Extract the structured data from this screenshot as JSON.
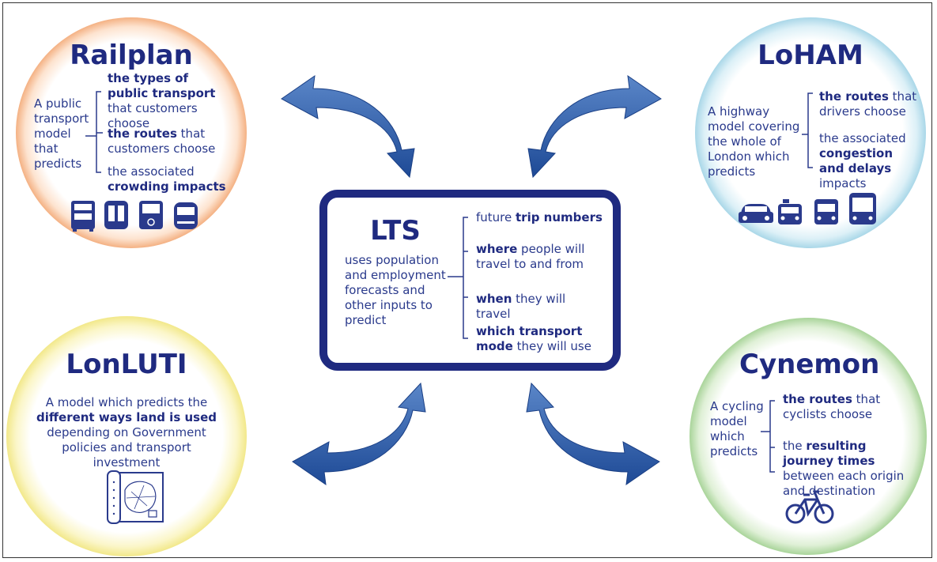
{
  "railplan": {
    "title": "Railplan",
    "lead": "A public transport model that predicts",
    "b1_bold": "the types of public transport",
    "b1_rest": " that customers choose",
    "b2_bold": "the routes",
    "b2_rest": " that customers choose",
    "b3_rest": "the associated ",
    "b3_bold": "crowding impacts",
    "icons": [
      "bus-icon",
      "tube-train-icon",
      "underground-train-icon",
      "tram-icon"
    ]
  },
  "loham": {
    "title": "LoHAM",
    "lead": "A highway model covering the whole of London which predicts",
    "b1_bold": "the routes",
    "b1_rest": " that drivers choose",
    "b2_rest1": "the associated ",
    "b2_bold": "congestion and delays",
    "b2_rest2": " impacts",
    "icons": [
      "car-icon",
      "taxi-icon",
      "van-icon",
      "coach-icon"
    ]
  },
  "lts": {
    "title": "LTS",
    "lead": "uses population and employment forecasts and other inputs to predict",
    "b1_rest": "future ",
    "b1_bold": "trip numbers",
    "b2_bold": "where",
    "b2_rest": " people will travel to and from",
    "b3_bold": "when",
    "b3_rest": " they will travel",
    "b4_bold": "which transport mode",
    "b4_rest": " they will use"
  },
  "lonluti": {
    "title": "LonLUTI",
    "p1": "A model which predicts the",
    "p2_bold": "different ways land is used",
    "p3": "depending on Government policies and transport investment",
    "icon": "map-icon"
  },
  "cynemon": {
    "title": "Cynemon",
    "lead": "A cycling model which predicts",
    "b1_bold": "the routes",
    "b1_rest": " that cyclists choose",
    "b2_rest1": "the ",
    "b2_bold": "resulting journey times",
    "b2_rest2": " between each origin and destination",
    "icon": "bicycle-icon"
  },
  "colors": {
    "navy": "#1f2a80",
    "arrow": "#2e5ca8",
    "railplan_ring": "#f4b183",
    "loham_ring": "#a9d7e8",
    "lonluti_ring": "#f2e88a",
    "cynemon_ring": "#a9d49a"
  }
}
